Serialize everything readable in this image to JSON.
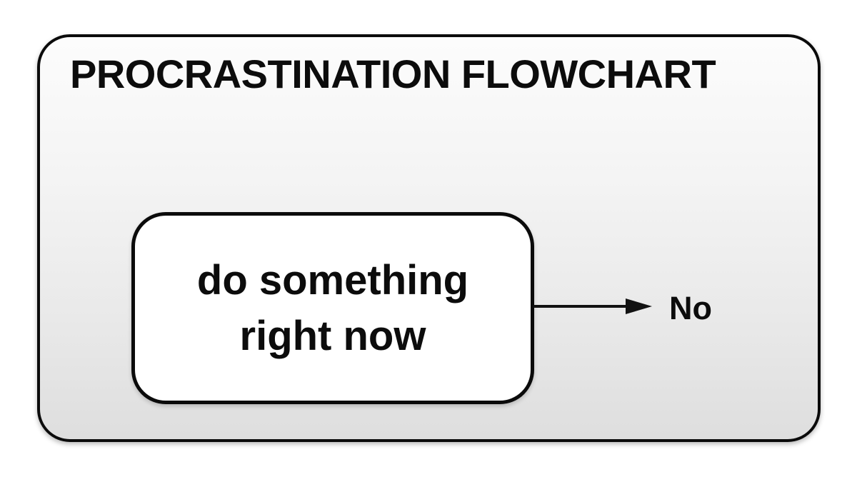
{
  "title": "PROCRASTINATION FLOWCHART",
  "flowchart": {
    "node": {
      "line1": "do something",
      "line2": "right now"
    },
    "edge": {
      "label": "No",
      "direction": "right"
    }
  },
  "colors": {
    "background": "#ffffff",
    "panel_gradient_top": "#fcfcfc",
    "panel_gradient_bottom": "#dedede",
    "border": "#0b0b0b",
    "node_fill": "#ffffff",
    "text": "#0c0c0c"
  }
}
